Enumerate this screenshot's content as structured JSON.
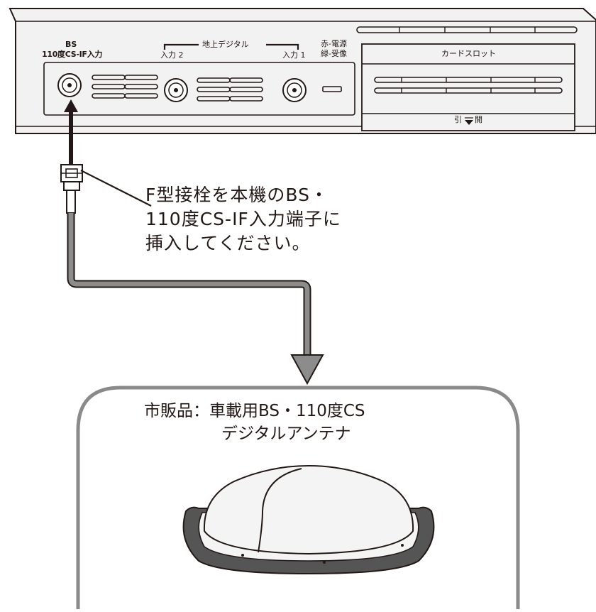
{
  "device": {
    "bs_label": "BS",
    "cs_label": "110度CS-IF入力",
    "terrestrial_label": "地上デジタル",
    "input2_label": "入力 2",
    "input1_label": "入力 1",
    "led_label_red": "赤-電源",
    "led_label_green": "緑-受像",
    "card_slot_label": "カードスロット",
    "pull_label_left": "引",
    "pull_label_right": "開"
  },
  "instruction": {
    "line1": "F型接栓を本機のBS・",
    "line2": "110度CS-IF入力端子に",
    "line3": "挿入してください。"
  },
  "product": {
    "line1": "市販品：車載用BS・110度CS",
    "line2": "デジタルアンテナ"
  },
  "colors": {
    "line": "#231815",
    "panel_fill": "#f2f2f2",
    "cable_gray": "#8c8c8c",
    "box_border": "#8a8a8a",
    "antenna_fill": "#f4f4f4"
  }
}
